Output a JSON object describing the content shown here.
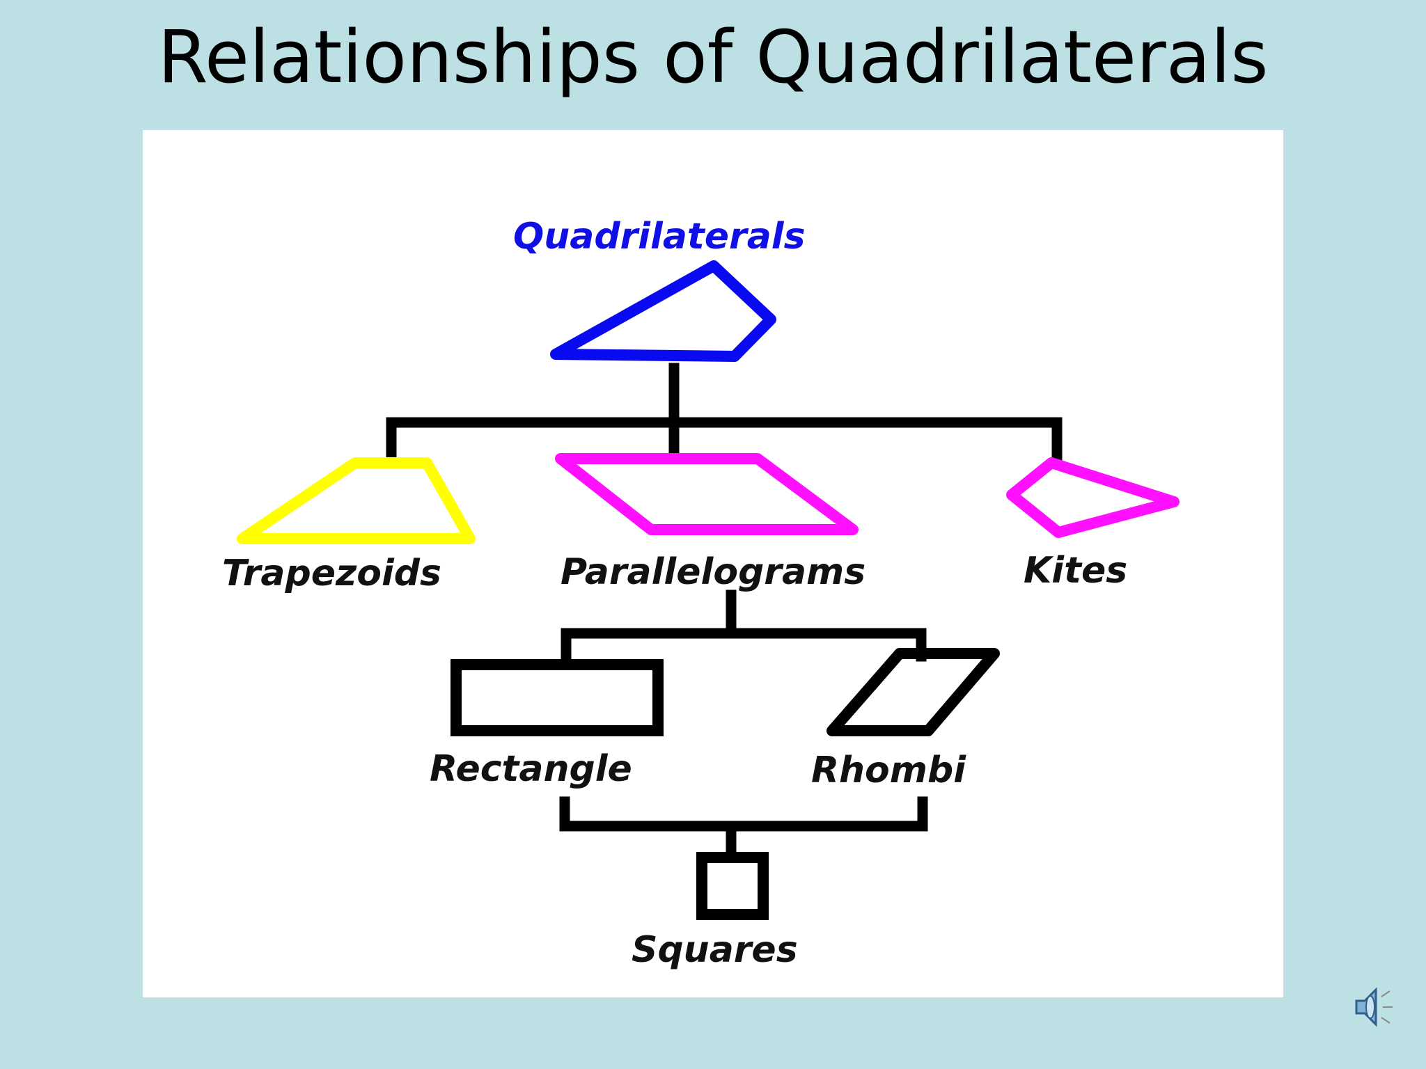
{
  "slide": {
    "title": "Relationships of Quadrilaterals",
    "background_color": "#bce0e4",
    "panel_color": "#ffffff",
    "title_color": "#000000"
  },
  "diagram": {
    "nodes": [
      {
        "id": "quadrilaterals",
        "label": "Quadrilaterals",
        "label_color": "#1010e6",
        "shape_color": "#0a0af0"
      },
      {
        "id": "trapezoids",
        "label": "Trapezoids",
        "label_color": "#111111",
        "shape_color": "#ffff00"
      },
      {
        "id": "parallelograms",
        "label": "Parallelograms",
        "label_color": "#111111",
        "shape_color": "#ff10ff"
      },
      {
        "id": "kites",
        "label": "Kites",
        "label_color": "#111111",
        "shape_color": "#ff10ff"
      },
      {
        "id": "rectangle",
        "label": "Rectangle",
        "label_color": "#111111",
        "shape_color": "#000000"
      },
      {
        "id": "rhombi",
        "label": "Rhombi",
        "label_color": "#111111",
        "shape_color": "#000000"
      },
      {
        "id": "squares",
        "label": "Squares",
        "label_color": "#111111",
        "shape_color": "#000000"
      }
    ],
    "edges": [
      {
        "from": "quadrilaterals",
        "to": "trapezoids"
      },
      {
        "from": "quadrilaterals",
        "to": "parallelograms"
      },
      {
        "from": "quadrilaterals",
        "to": "kites"
      },
      {
        "from": "parallelograms",
        "to": "rectangle"
      },
      {
        "from": "parallelograms",
        "to": "rhombi"
      },
      {
        "from": "rectangle",
        "to": "squares"
      },
      {
        "from": "rhombi",
        "to": "squares"
      }
    ],
    "connector_color": "#000000"
  },
  "audio": {
    "icon": "speaker-icon"
  }
}
